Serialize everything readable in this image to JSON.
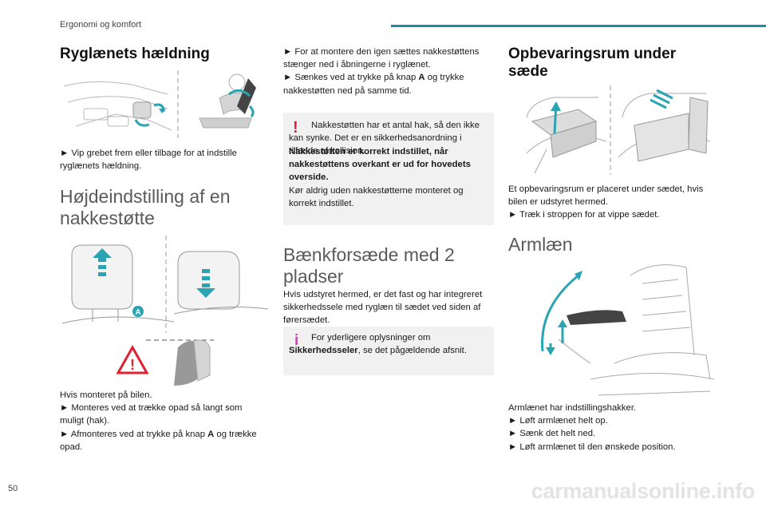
{
  "header": {
    "section": "Ergonomi og komfort",
    "accent_color": "#1d8c9e"
  },
  "page_number": "50",
  "watermark": "carmanualsonline.info",
  "col1": {
    "s1_title": "Ryglænets hældning",
    "s1_text": "► Vip grebet frem eller tilbage for at indstille ryglænets hældning.",
    "s2_title": "Højdeindstilling af en nakkestøtte",
    "fig_label_a": "A",
    "lines": [
      "Hvis monteret på bilen.",
      "► Monteres ved at trække opad så langt som muligt (hak)."
    ],
    "line_afmont_pre": "► Afmonteres ved at trykke på knap ",
    "line_afmont_bold": "A",
    "line_afmont_post": " og trække opad."
  },
  "col2": {
    "p1": "► For at montere den igen sættes nakkestøttens stænger ned i åbningerne i ryglænet.",
    "p2_pre": "► Sænkes ved at trykke på knap ",
    "p2_bold": "A",
    "p2_post": " og trykke nakkestøtten ned på samme tid.",
    "warning": {
      "icon": "!",
      "text": "Nakkestøtten har et antal hak, så den ikke kan synke. Det er en sikkerhedsanordning i tilfælde af kollision.",
      "bold": "Nakkestøtten er korrekt indstillet, når nakkestøttens overkant er ud for hovedets overside.",
      "text2": "Kør aldrig uden nakkestøtterne monteret og korrekt indstillet."
    },
    "s3_title": "Bænkforsæde med 2 pladser",
    "s3_text": "Hvis udstyret hermed, er det fast og har integreret sikkerhedssele med ryglæn til sædet ved siden af førersædet.",
    "info": {
      "icon": "i",
      "pre": "For yderligere oplysninger om ",
      "bold": "Sikkerhedsseler",
      "post": ", se det pågældende afsnit."
    }
  },
  "col3": {
    "s4_title": "Opbevaringsrum under sæde",
    "s4_text": "Et opbevaringsrum er placeret under sædet, hvis bilen er udstyret hermed.",
    "s4_step": "► Træk i stroppen for at vippe sædet.",
    "s5_title": "Armlæn",
    "s5_lines": [
      "Armlænet har indstillingshakker.",
      "► Løft armlænet helt op.",
      "► Sænk det helt ned.",
      "► Løft armlænet til den ønskede position."
    ]
  }
}
